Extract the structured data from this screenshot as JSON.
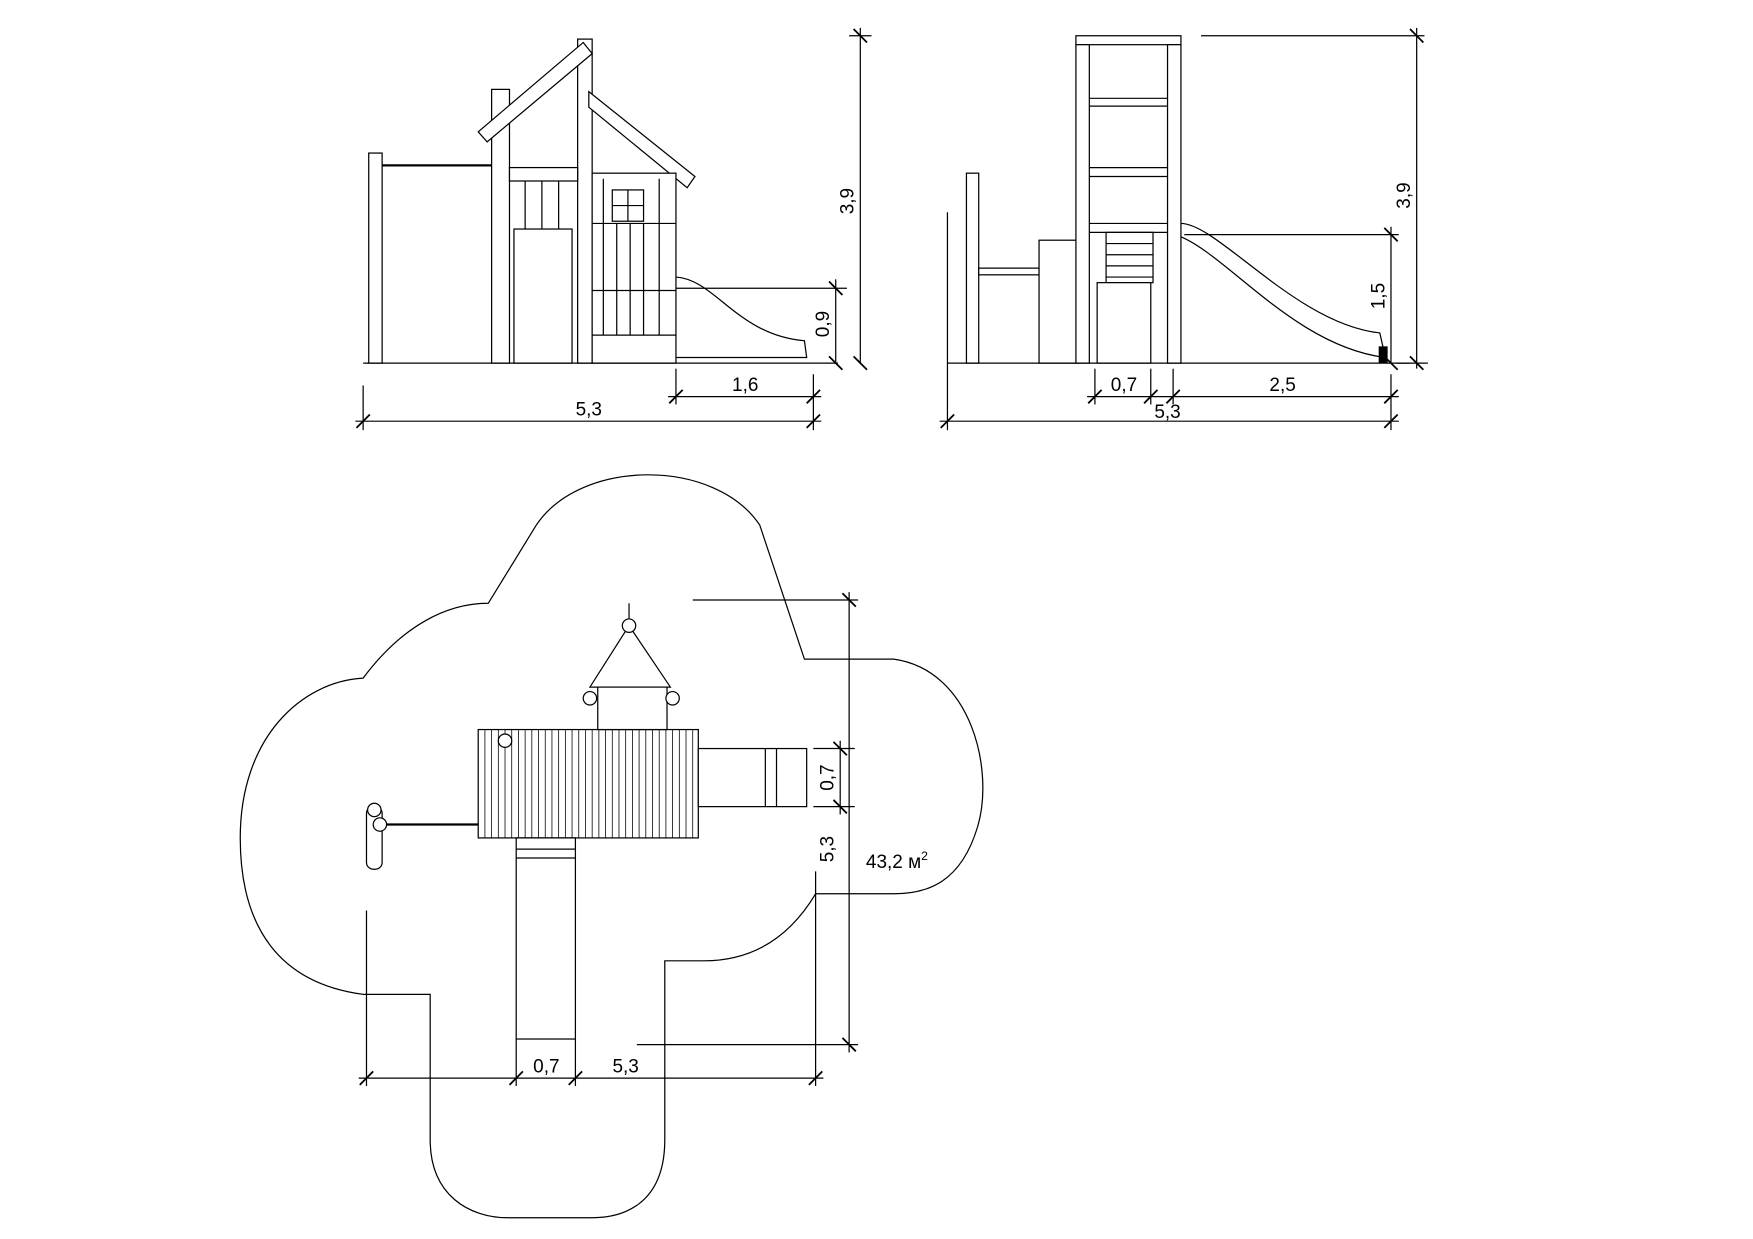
{
  "side_elevation": {
    "height_label": "3,9",
    "slide_height_label": "0,9",
    "slide_length_label": "1,6",
    "width_label": "5,3"
  },
  "front_elevation": {
    "height_label": "3,9",
    "slide_height_label": "1,5",
    "ladder_width_label": "0,7",
    "slide_length_label": "2,5",
    "width_label": "5,3"
  },
  "plan_view": {
    "depth_label": "5,3",
    "slide_width_label": "0,7",
    "bottom_slide_width_label": "0,7",
    "width_label": "5,3",
    "area_label": "43,2 м",
    "area_unit_superscript": "2"
  }
}
